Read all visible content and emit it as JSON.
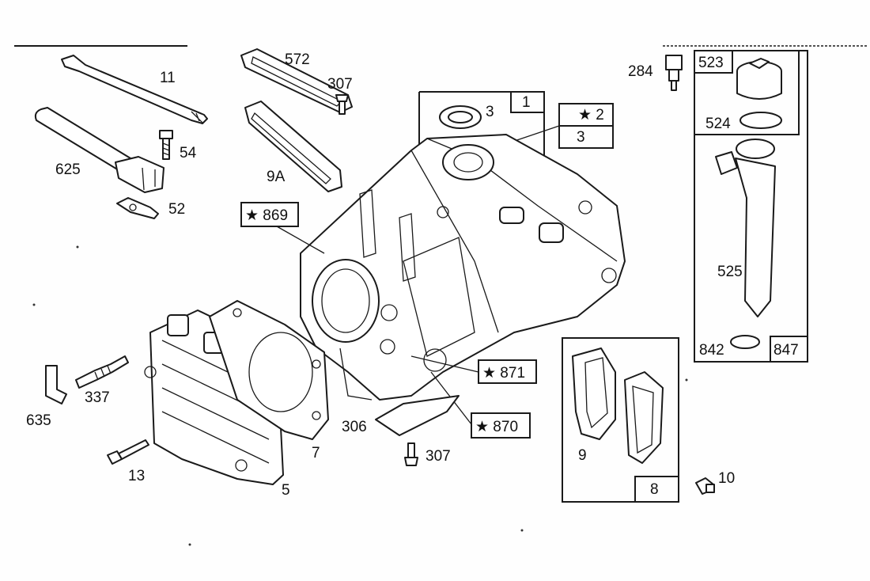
{
  "labels": {
    "p11": "11",
    "p625": "625",
    "p54": "54",
    "p52": "52",
    "p572": "572",
    "p307a": "307",
    "p9a": "9A",
    "p3a": "3",
    "p1": "1",
    "p2": "★ 2",
    "p3b": "3",
    "p284": "284",
    "p523": "523",
    "p524": "524",
    "p525": "525",
    "p842": "842",
    "p847": "847",
    "p869": "★ 869",
    "p871": "★ 871",
    "p870": "★ 870",
    "p306": "306",
    "p307b": "307",
    "p635": "635",
    "p337": "337",
    "p13": "13",
    "p7": "7",
    "p5": "5",
    "p9": "9",
    "p8": "8",
    "p10": "10"
  }
}
